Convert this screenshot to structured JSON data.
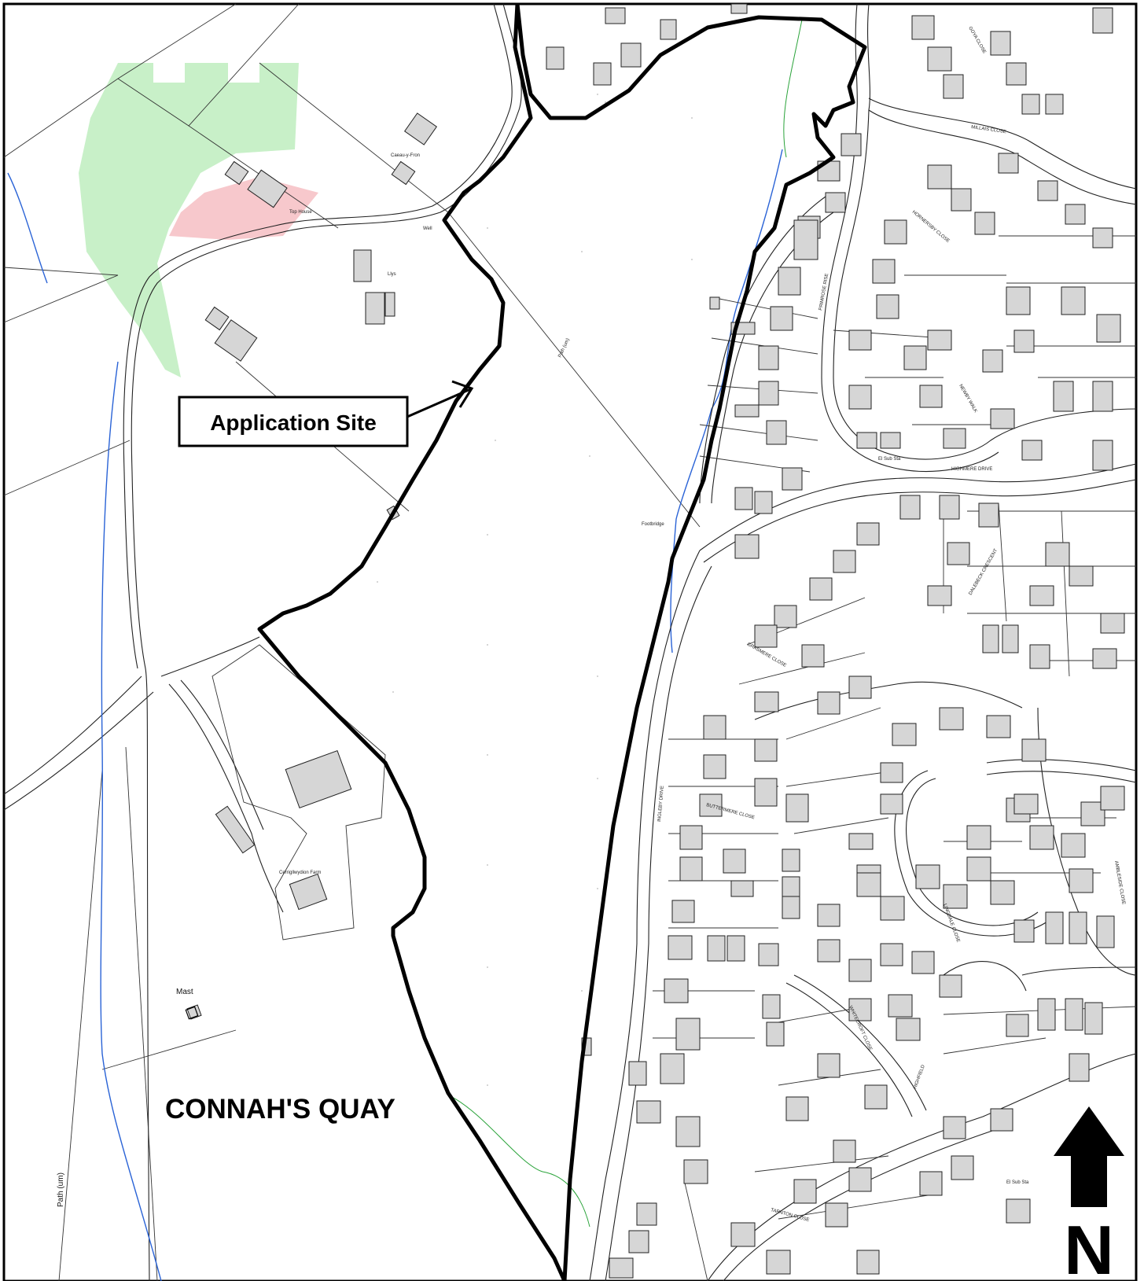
{
  "map": {
    "callout": "Application Site",
    "town_label": "CONNAH'S QUAY",
    "north_label": "N",
    "mast_label": "Mast",
    "path_label": "Path (um)",
    "labels": {
      "cefn_y_fron": "Caeau-y-Fron",
      "top_house": "Top House",
      "well": "Well",
      "llys": "Llys",
      "path_um_2": "Path (um)",
      "footbridge": "Footbridge",
      "farm": "Cerrigllwydion Farm",
      "millais_close": "MILLAIS CLOSE",
      "goya_close": "GOYA CLOSE",
      "hornersby_close": "HORNERSBY CLOSE",
      "primrose_rise": "PRIMROSE RISE",
      "highmere_drive": "HIGHMERE DRIVE",
      "dalebeck_crescent": "DALEBECK CRESCENT",
      "grasmere_close": "GRASMERE CLOSE",
      "buttermere_close": "BUTTERMERE CLOSE",
      "ingleby_drive": "INGLEBY DRIVE",
      "lingdale_close": "LINGDALE CLOSE",
      "ambleside_close": "AMBLESIDE CLOSE",
      "whitecroft_close": "WHITECROFT CLOSE",
      "highfield": "HIGHFIELD",
      "tarnton_close": "TARNTON CLOSE",
      "el_sub_sta_1": "El Sub Sta",
      "el_sub_sta_2": "El Sub Sta",
      "newby_walk": "NEWBY WALK"
    }
  },
  "colors": {
    "woodland": "#c8f0c8",
    "pink_zone": "#f7c8cc",
    "stream": "#2a63d6",
    "building": "#d6d6d6",
    "boundary": "#000000"
  }
}
